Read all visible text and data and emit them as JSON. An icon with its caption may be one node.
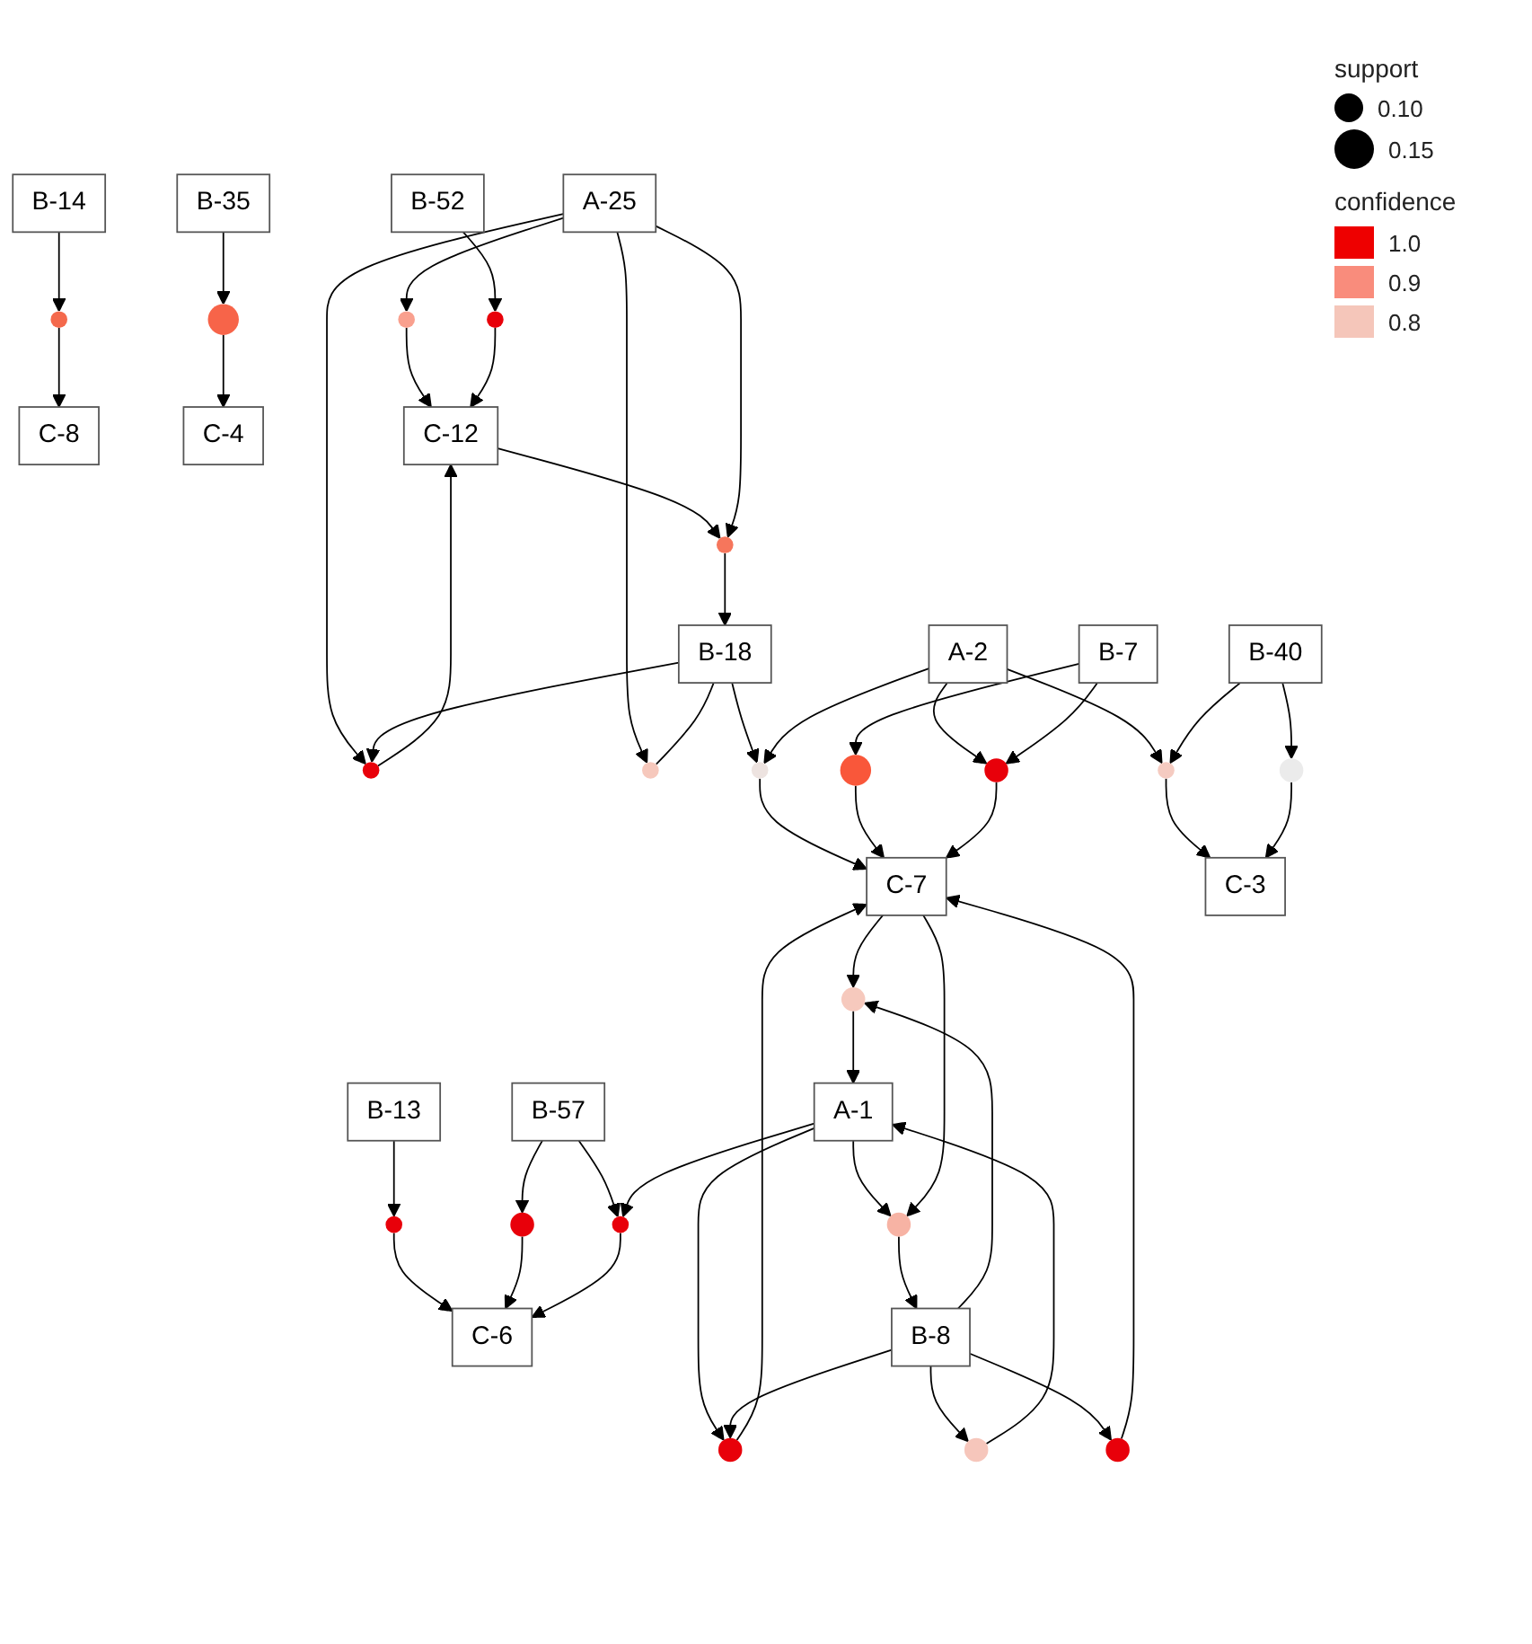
{
  "diagram": {
    "nodes": [
      {
        "text": [
          "B-13"
        ]
      },
      {
        "text": [
          "C-8"
        ]
      },
      {
        "text": [],
        "shape": "circle"
      },
      {
        "text": [
          "B-14"
        ]
      },
      {
        "text": [
          "C-4"
        ]
      },
      {
        "text": [],
        "shape": "circle"
      },
      {
        "text": [
          "B-35"
        ]
      },
      {
        "text": [
          "B-52"
        ]
      },
      {
        "text": [],
        "shape": "circle"
      },
      {
        "text": [],
        "shape": "circle"
      },
      {
        "text": [],
        "shape": "circle"
      },
      {
        "text": [
          "C-12"
        ]
      },
      {
        "text": [],
        "shape": "circle"
      },
      {
        "text": [
          "C-6"
        ]
      },
      {
        "text": [
          "A-25"
        ]
      },
      {
        "text": [],
        "shape": "circle"
      },
      {
        "text": [],
        "shape": "circle"
      },
      {
        "text": [],
        "shape": "circle"
      },
      {
        "text": [
          "B-18"
        ]
      },
      {
        "text": [],
        "shape": "circle"
      },
      {
        "text": [
          "B-57"
        ]
      },
      {
        "text": [
          "A-1"
        ]
      },
      {
        "text": [],
        "shape": "circle"
      },
      {
        "text": [],
        "shape": "circle"
      },
      {
        "text": [],
        "shape": "circle"
      },
      {
        "text": [],
        "shape": "circle"
      },
      {
        "text": [
          "C-7"
        ]
      },
      {
        "text": [],
        "shape": "circle"
      },
      {
        "text": [
          "B-8"
        ]
      },
      {
        "text": [],
        "shape": "circle"
      },
      {
        "text": [
          "A-2"
        ]
      },
      {
        "text": [],
        "shape": "circle"
      },
      {
        "text": [],
        "shape": "circle"
      },
      {
        "text": [],
        "shape": "circle"
      },
      {
        "text": [
          "B-7"
        ]
      },
      {
        "text": [
          "C-3"
        ]
      },
      {
        "text": [
          "B-40"
        ]
      },
      {
        "text": [],
        "shape": "circle"
      }
    ],
    "edges": [
      {
        "from": 3,
        "to": 2,
        "arrow": "to"
      },
      {
        "from": 2,
        "to": 1,
        "arrow": "to"
      },
      {
        "from": 6,
        "to": 5,
        "arrow": "to"
      },
      {
        "from": 5,
        "to": 4,
        "arrow": "to"
      },
      {
        "from": 14,
        "to": 8,
        "arrow": "to"
      },
      {
        "from": 8,
        "to": 11,
        "arrow": "to"
      },
      {
        "from": 7,
        "to": 10,
        "arrow": "to"
      },
      {
        "from": 10,
        "to": 11,
        "arrow": "to"
      },
      {
        "from": 0,
        "to": 9,
        "arrow": "to"
      },
      {
        "from": 9,
        "to": 13,
        "arrow": "to"
      },
      {
        "from": 14,
        "to": 12,
        "arrow": "to"
      },
      {
        "from": 18,
        "to": 12,
        "arrow": "to"
      },
      {
        "from": 12,
        "to": 11,
        "arrow": "to"
      },
      {
        "from": 11,
        "to": 15,
        "arrow": "to"
      },
      {
        "from": 14,
        "to": 15,
        "arrow": "to"
      },
      {
        "from": 15,
        "to": 18,
        "arrow": "to"
      },
      {
        "from": 20,
        "to": 16,
        "arrow": "to"
      },
      {
        "from": 16,
        "to": 13,
        "arrow": "to"
      },
      {
        "from": 20,
        "to": 17,
        "arrow": "to"
      },
      {
        "from": 21,
        "to": 17,
        "arrow": "to"
      },
      {
        "from": 17,
        "to": 13,
        "arrow": "to"
      },
      {
        "from": 14,
        "to": 19,
        "arrow": "to"
      },
      {
        "from": 18,
        "to": 19,
        "arrow": "none"
      },
      {
        "from": 26,
        "to": 22,
        "arrow": "to"
      },
      {
        "from": 28,
        "to": 22,
        "arrow": "to"
      },
      {
        "from": 22,
        "to": 21,
        "arrow": "to"
      },
      {
        "from": 21,
        "to": 23,
        "arrow": "to"
      },
      {
        "from": 28,
        "to": 23,
        "arrow": "to"
      },
      {
        "from": 23,
        "to": 26,
        "arrow": "to"
      },
      {
        "from": 18,
        "to": 24,
        "arrow": "to"
      },
      {
        "from": 30,
        "to": 24,
        "arrow": "to"
      },
      {
        "from": 24,
        "to": 26,
        "arrow": "to"
      },
      {
        "from": 21,
        "to": 25,
        "arrow": "to"
      },
      {
        "from": 26,
        "to": 25,
        "arrow": "to"
      },
      {
        "from": 25,
        "to": 28,
        "arrow": "to"
      },
      {
        "from": 28,
        "to": 27,
        "arrow": "to"
      },
      {
        "from": 27,
        "to": 21,
        "arrow": "to"
      },
      {
        "from": 28,
        "to": 29,
        "arrow": "to"
      },
      {
        "from": 29,
        "to": 26,
        "arrow": "to"
      },
      {
        "from": 34,
        "to": 32,
        "arrow": "to"
      },
      {
        "from": 32,
        "to": 26,
        "arrow": "to"
      },
      {
        "from": 30,
        "to": 31,
        "arrow": "to"
      },
      {
        "from": 34,
        "to": 31,
        "arrow": "to"
      },
      {
        "from": 31,
        "to": 26,
        "arrow": "to"
      },
      {
        "from": 30,
        "to": 33,
        "arrow": "to"
      },
      {
        "from": 36,
        "to": 33,
        "arrow": "to"
      },
      {
        "from": 33,
        "to": 35,
        "arrow": "to"
      },
      {
        "from": 36,
        "to": 37,
        "arrow": "to"
      },
      {
        "from": 37,
        "to": 35,
        "arrow": "to"
      }
    ],
    "labels": [
      "support",
      "confidence"
    ],
    "legend": [
      {
        "text": "0.10"
      },
      {
        "text": "0.15"
      },
      {
        "text": "1.0",
        "color": "#ee0000"
      },
      {
        "text": "0.9",
        "color": "#f98c7c"
      },
      {
        "text": "0.8",
        "color": "#f5c6ba"
      }
    ]
  }
}
